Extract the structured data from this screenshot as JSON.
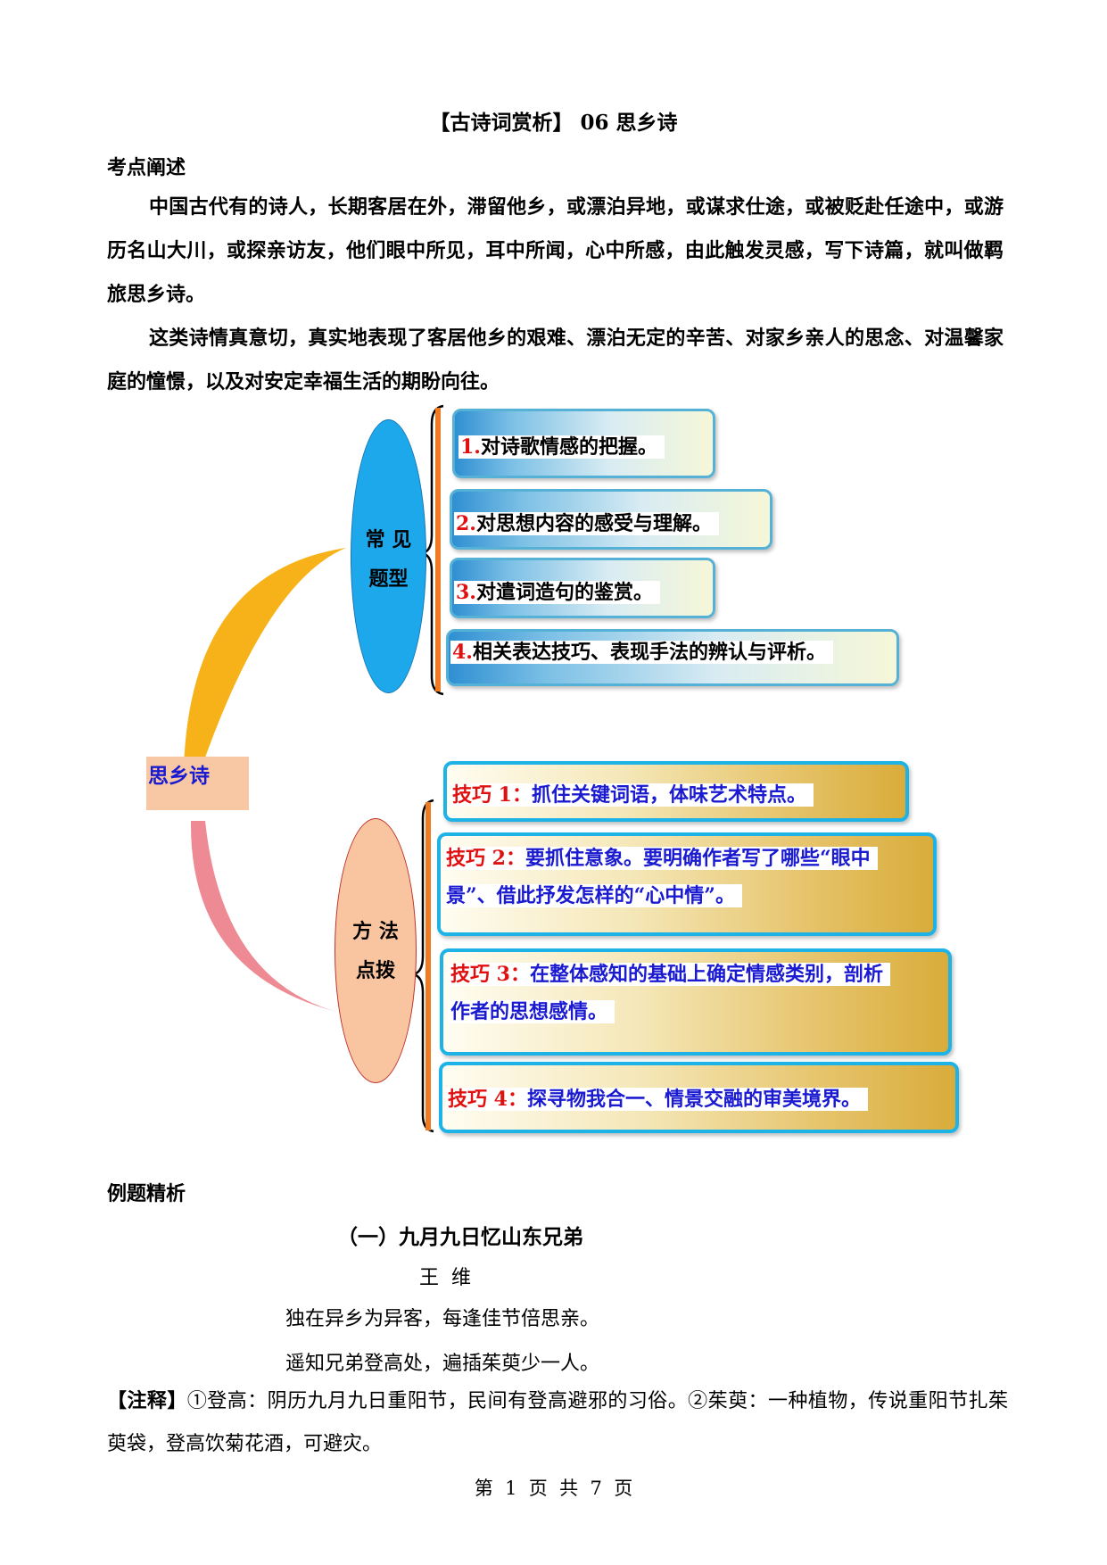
{
  "title": "【古诗词赏析】 06 思乡诗",
  "section1": {
    "heading": "考点阐述",
    "para1": "中国古代有的诗人，长期客居在外，滞留他乡，或漂泊异地，或谋求仕途，或被贬赴任途中，或游历名山大川，或探亲访友，他们眼中所见，耳中所闻，心中所感，由此触发灵感，写下诗篇，就叫做羁旅思乡诗。",
    "para2": "这类诗情真意切，真实地表现了客居他乡的艰难、漂泊无定的辛苦、对家乡亲人的思念、对温馨家庭的憧憬，以及对安定幸福生活的期盼向往。"
  },
  "mindmap": {
    "root": "思乡诗",
    "branch1": {
      "label_line1": "常 见",
      "label_line2": "题型",
      "items": [
        {
          "num": "1.",
          "text": "对诗歌情感的把握。"
        },
        {
          "num": "2.",
          "text": "对思想内容的感受与理解。"
        },
        {
          "num": "3.",
          "text": "对遣词造句的鉴赏。"
        },
        {
          "num": "4.",
          "text": "相关表达技巧、表现手法的辨认与评析。"
        }
      ]
    },
    "branch2": {
      "label_line1": "方 法",
      "label_line2": "点拨",
      "items": [
        {
          "tag": "技巧 1：",
          "line1": "抓住关键词语，体味艺术特点。",
          "line2": ""
        },
        {
          "tag": "技巧 2：",
          "line1": "要抓住意象。要明确作者写了哪些“眼中",
          "line2": "景”、借此抒发怎样的“心中情”。"
        },
        {
          "tag": "技巧 3：",
          "line1": "在整体感知的基础上确定情感类别，剖析",
          "line2": "作者的思想感情。"
        },
        {
          "tag": "技巧 4：",
          "line1": "探寻物我合一、情景交融的审美境界。",
          "line2": ""
        }
      ]
    }
  },
  "section2": {
    "heading": "例题精析",
    "poem_title": "（一）九月九日忆山东兄弟",
    "author": "王  维",
    "line1": "独在异乡为异客，每逢佳节倍思亲。",
    "line2": "遥知兄弟登高处，遍插茱萸少一人。",
    "note_label": "【注释】",
    "note_text": "①登高：阴历九月九日重阳节，民间有登高避邪的习俗。②茱萸：一种植物，传说重阳节扎茱萸袋，登高饮菊花酒，可避灾。"
  },
  "footer": "第  1  页  共  7  页",
  "colors": {
    "oval_blue": "#1ea8ec",
    "oval_orange": "#f8c5a0",
    "connector_orange": "#f7b21a",
    "connector_pink": "#ee8a94",
    "bracket": "#ef7a21",
    "root_box": "#f8c7a3",
    "accent_red": "#e01010",
    "accent_blue": "#1a1ad0"
  }
}
